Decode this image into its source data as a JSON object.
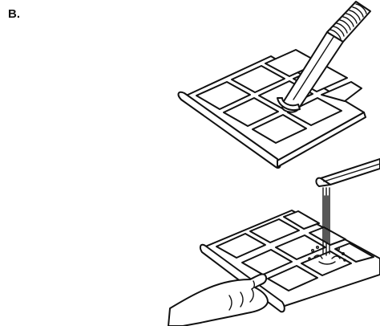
{
  "step": {
    "label": "B."
  },
  "panels": [
    {
      "depicts": "filter-with-vacuum-nozzle"
    },
    {
      "depicts": "filter-rinsed-under-faucet"
    }
  ]
}
